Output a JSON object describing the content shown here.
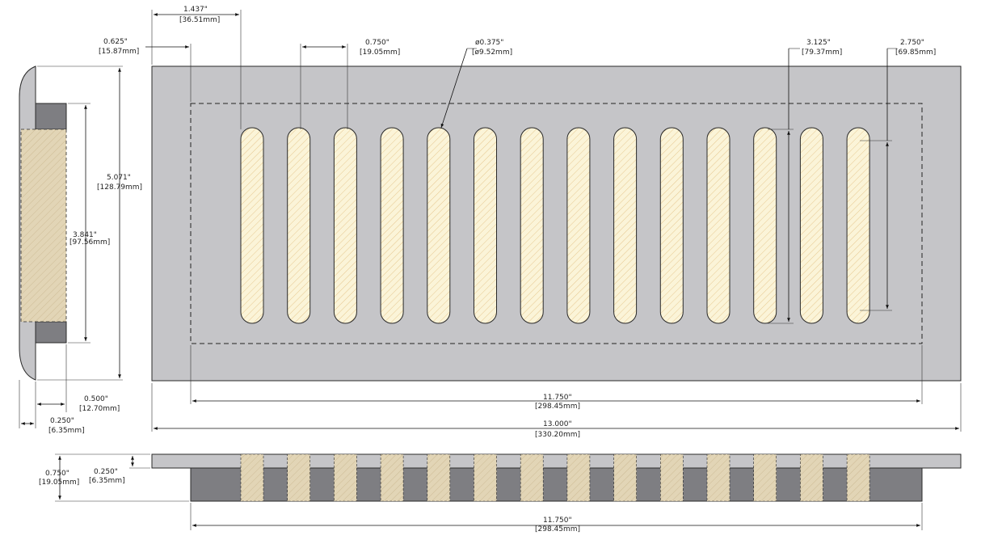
{
  "colors": {
    "plate": "#c5c5c8",
    "plate_stroke": "#2a2a2a",
    "slot_fill": "#fbf4d8",
    "slot_hatch": "#e6c890",
    "wood": "#e2d5b6",
    "wood_hatch": "#cdbb95",
    "dark_side": "#7e7e82",
    "line": "#111111"
  },
  "slot_count": 14,
  "dimensions": {
    "slot_offset": {
      "imperial": "1.437\"",
      "metric": "[36.51mm]"
    },
    "border_offset": {
      "imperial": "0.625\"",
      "metric": "[15.87mm]"
    },
    "slot_pitch": {
      "imperial": "0.750\"",
      "metric": "[19.05mm]"
    },
    "slot_diameter": {
      "imperial": "ø0.375\"",
      "metric": "[ø9.52mm]"
    },
    "slot_length_outer": {
      "imperial": "3.125\"",
      "metric": "[79.37mm]"
    },
    "slot_length_inner": {
      "imperial": "2.750\"",
      "metric": "[69.85mm]"
    },
    "overall_height": {
      "imperial": "5.071\"",
      "metric": "[128.79mm]"
    },
    "insert_height": {
      "imperial": "3.841\"",
      "metric": "[97.56mm]"
    },
    "side_depth": {
      "imperial": "0.500\"",
      "metric": "[12.70mm]"
    },
    "side_flange": {
      "imperial": "0.250\"",
      "metric": "[6.35mm]"
    },
    "insert_length": {
      "imperial": "11.750\"",
      "metric": "[298.45mm]"
    },
    "overall_length": {
      "imperial": "13.000\"",
      "metric": "[330.20mm]"
    },
    "bottom_total": {
      "imperial": "0.750\"",
      "metric": "[19.05mm]"
    },
    "bottom_flange": {
      "imperial": "0.250\"",
      "metric": "[6.35mm]"
    },
    "bottom_length": {
      "imperial": "11.750\"",
      "metric": "[298.45mm]"
    }
  }
}
